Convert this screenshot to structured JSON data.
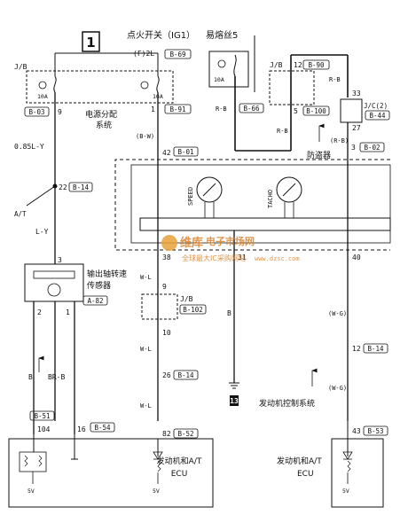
{
  "page_number": "1",
  "ignition": {
    "title": "点火开关（IG1）",
    "fuse": "(F)2L",
    "conn": "B-69"
  },
  "fusible_link": {
    "title": "易熔丝5",
    "rating": "10A"
  },
  "jb_left": {
    "title": "J/B",
    "fuse_a": "10A",
    "fuse_b": "10A",
    "pin_a": "9",
    "pin_b": "1",
    "conn_a": "B-03",
    "conn_b": "B-91"
  },
  "power_dist": {
    "line1": "电源分配",
    "line2": "系统"
  },
  "jb_right": {
    "title": "J/B",
    "pin_top": "12",
    "conn_top": "B-90",
    "pin_bottom": "5",
    "conn_bottom": "B-100",
    "conn_left": "B-66",
    "wire_left": "R-B",
    "wire_bottom": "R-B"
  },
  "jc": {
    "title": "J/C(2)",
    "conn": "B-44",
    "pin_top": "33",
    "pin_bottom": "27",
    "wire_top": "R-B",
    "wire_bottom": "(R-B)"
  },
  "immobilizer": {
    "label": "防盗器",
    "pin": "3",
    "conn": "B-02"
  },
  "meter": {
    "pin_top": "42",
    "conn_top": "B-01",
    "wire_top": "(B-W)",
    "speed": "SPEED",
    "tacho": "TACHO",
    "pin_a": "38",
    "pin_b": "31",
    "pin_c": "40"
  },
  "left_chain": {
    "wire1": "0.85L-Y",
    "pin_22": "22",
    "conn_22": "B-14",
    "at_label": "A/T",
    "wire2": "L-Y"
  },
  "sensor": {
    "pin_top": "3",
    "line1": "输出轴转速",
    "line2": "传感器",
    "pin_left": "2",
    "pin_right": "1",
    "conn": "A-82"
  },
  "sensor_wires": {
    "left": "B",
    "right": "BR-B"
  },
  "jb_center": {
    "title": "J/B",
    "pin_top": "9",
    "conn": "B-102",
    "pin_bottom": "10",
    "wire_top": "W-L",
    "wire_bottom": "W-L"
  },
  "center_chain": {
    "pin_26": "26",
    "conn_26": "B-14",
    "wire": "W-L",
    "pin_82": "82",
    "conn_82": "B-52"
  },
  "ground": {
    "wire": "B",
    "label": "13"
  },
  "right_chain": {
    "wire1": "(W-G)",
    "pin_12": "12",
    "conn_12": "B-14",
    "wire2": "(W-G)",
    "control_label": "发动机控制系统",
    "pin_43": "43",
    "conn_43": "B-53"
  },
  "ecu_left": {
    "pin_104": "104",
    "conn_51": "B-51",
    "pin_16": "16",
    "conn_54": "B-54",
    "title": "发动机和A/T",
    "subtitle": "ECU",
    "voltage": "5V"
  },
  "ecu_center": {
    "voltage": "5V"
  },
  "ecu_right": {
    "title": "发动机和A/T",
    "subtitle": "ECU",
    "voltage": "5V"
  },
  "watermark": {
    "brand": "维库",
    "title": "电子市场网",
    "sub": "全球最大IC采购网站",
    "url": "www.dzsc.com"
  }
}
